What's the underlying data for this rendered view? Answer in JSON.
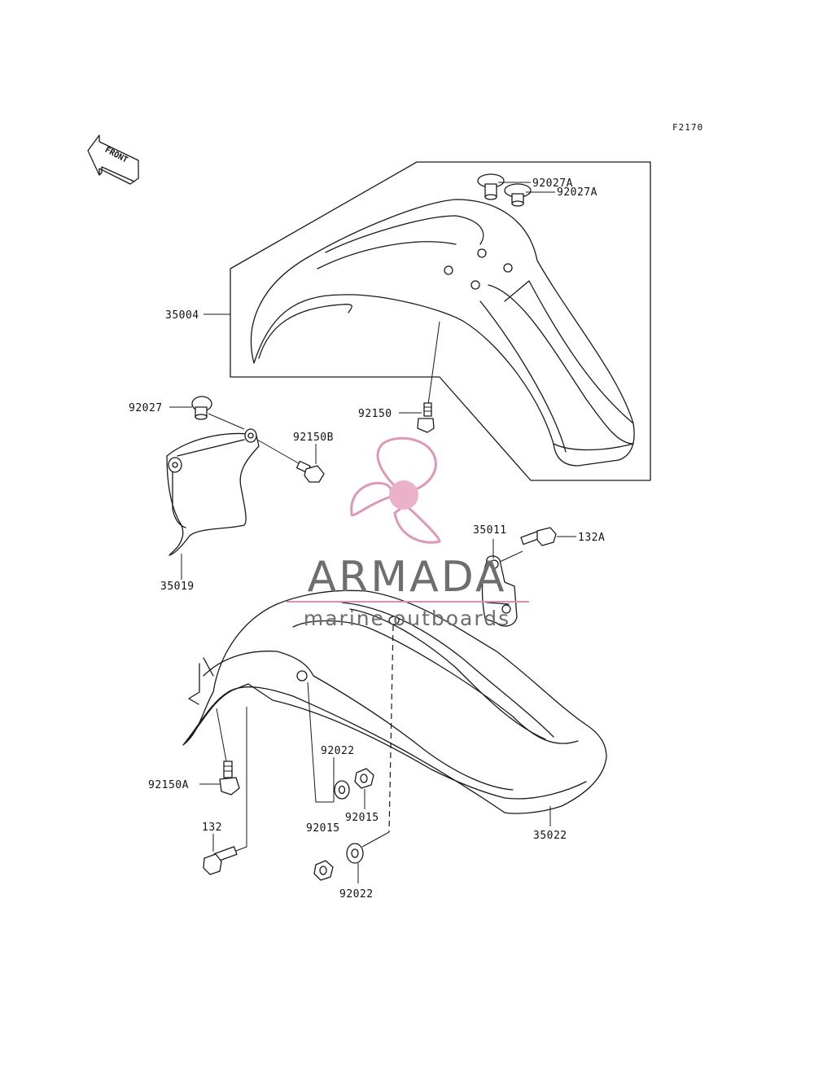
{
  "diagram": {
    "code": "F2170",
    "front_label": "FRONT",
    "labels": {
      "p92027A_1": "92027A",
      "p92027A_2": "92027A",
      "p35004": "35004",
      "p92027": "92027",
      "p92150": "92150",
      "p92150B": "92150B",
      "p35019": "35019",
      "p35011": "35011",
      "p132A": "132A",
      "p92022_1": "92022",
      "p92015_1": "92015",
      "p92015_2": "92015",
      "p92150A": "92150A",
      "p132": "132",
      "p35022": "35022",
      "p92022_2": "92022"
    }
  },
  "watermark": {
    "title": "ARMADA",
    "subtitle": "marine outboards",
    "colors": {
      "logo": "#d98fb0",
      "logo_center": "#e8a9c4",
      "text": "#6e6e6e"
    }
  }
}
